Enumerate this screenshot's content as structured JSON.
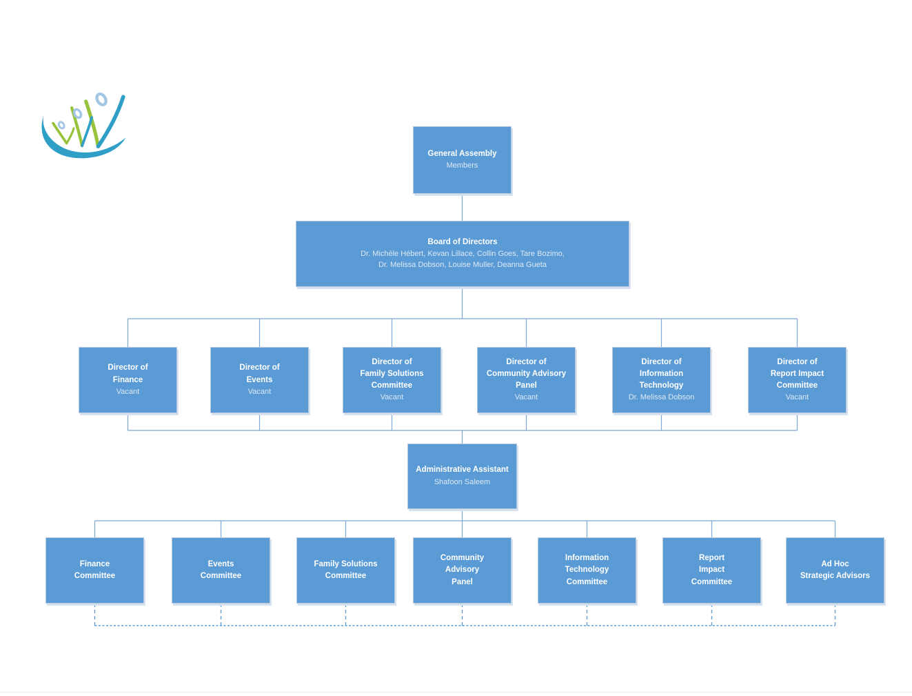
{
  "page": {
    "background": "#ffffff"
  },
  "logo": {
    "name": "people-swoosh-logo",
    "green": "#97c23c",
    "blue": "#2f9fc8",
    "head_blue": "#a4c6e6"
  },
  "colors": {
    "node_fill": "#5b9bd5",
    "node_border": "#b9c9de",
    "node_shadow": "#d6e1f0",
    "connector": "#7ba8d8",
    "connector_dashed": "#5b9bd5",
    "title_text": "#ffffff",
    "subtitle_text": "#dce9f7"
  },
  "org_chart": {
    "general_assembly": {
      "title": "General Assembly",
      "subtitle": "Members"
    },
    "board": {
      "title": "Board of Directors",
      "subtitle": "Dr. Michèle Hébert, Kevan Lillace, Collin Goes, Tare Bozimo,\nDr. Melissa Dobson, Louise Muller, Deanna Gueta"
    },
    "directors": [
      {
        "title": "Director of\nFinance",
        "subtitle": "Vacant"
      },
      {
        "title": "Director of\nEvents",
        "subtitle": "Vacant"
      },
      {
        "title": "Director of\nFamily Solutions\nCommittee",
        "subtitle": "Vacant"
      },
      {
        "title": "Director of\nCommunity Advisory\nPanel",
        "subtitle": "Vacant"
      },
      {
        "title": "Director of\nInformation\nTechnology",
        "subtitle": "Dr. Melissa Dobson"
      },
      {
        "title": "Director of\nReport Impact\nCommittee",
        "subtitle": "Vacant"
      }
    ],
    "administrative_assistant": {
      "title": "Administrative Assistant",
      "subtitle": "Shafoon Saleem"
    },
    "committees": [
      {
        "title": "Finance\nCommittee"
      },
      {
        "title": "Events\nCommittee"
      },
      {
        "title": "Family Solutions\nCommittee"
      },
      {
        "title": "Community\nAdvisory\nPanel"
      },
      {
        "title": "Information\nTechnology\nCommittee"
      },
      {
        "title": "Report\nImpact\nCommittee"
      },
      {
        "title": "Ad Hoc\nStrategic Advisors"
      }
    ]
  }
}
